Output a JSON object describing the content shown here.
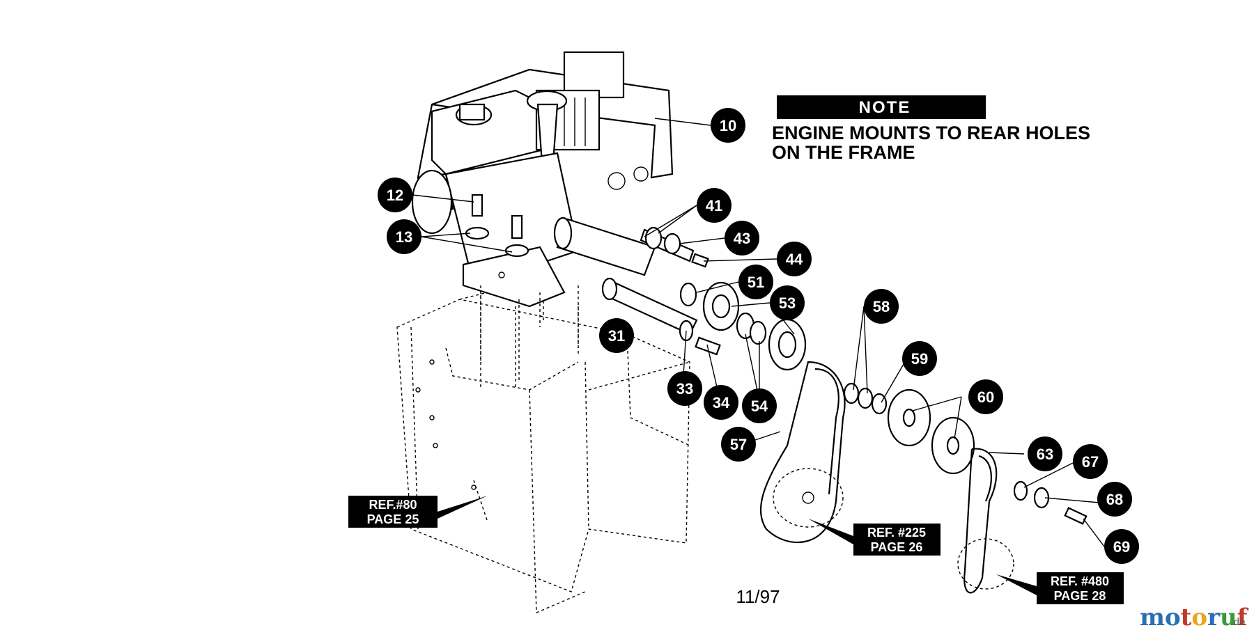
{
  "note": {
    "title": "NOTE",
    "line1": "ENGINE MOUNTS TO REAR HOLES",
    "line2": "ON THE FRAME"
  },
  "callouts": [
    "10",
    "12",
    "13",
    "41",
    "43",
    "44",
    "51",
    "53",
    "58",
    "59",
    "60",
    "31",
    "33",
    "34",
    "54",
    "57",
    "63",
    "67",
    "68",
    "69"
  ],
  "refs": [
    {
      "line1": "REF.#80",
      "line2": "PAGE 25"
    },
    {
      "line1": "REF. #225",
      "line2": "PAGE 26"
    },
    {
      "line1": "REF. #480",
      "line2": "PAGE 28"
    }
  ],
  "date": "11/97",
  "brand": {
    "letters": [
      "m",
      "o",
      "t",
      "o",
      "r",
      "u",
      "f"
    ],
    "letter_colors": [
      "#2a6fb5",
      "#2a6fb5",
      "#c0392b",
      "#e6a817",
      "#2a6fb5",
      "#3a9a3a",
      "#c0392b"
    ],
    "suffix": ".de"
  }
}
